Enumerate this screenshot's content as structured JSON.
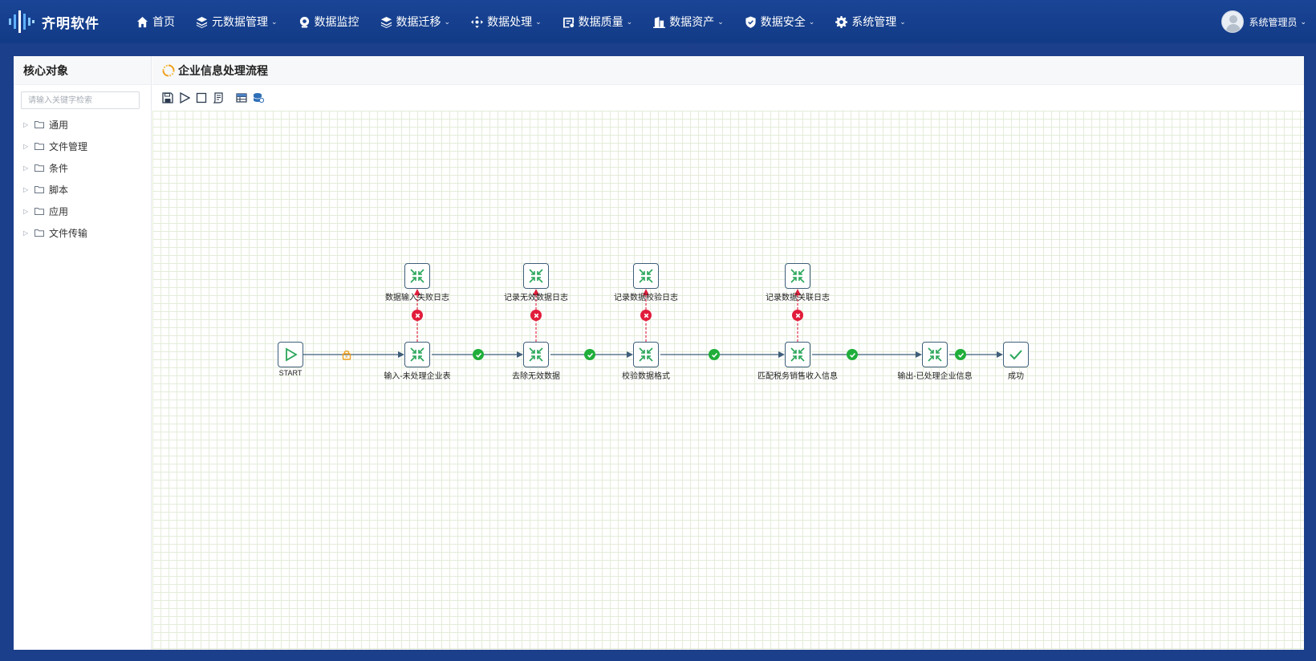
{
  "app": {
    "brand_name": "齐明软件"
  },
  "nav": {
    "items": [
      {
        "label": "首页",
        "icon": "home-icon",
        "has_dropdown": false
      },
      {
        "label": "元数据管理",
        "icon": "layers-icon",
        "has_dropdown": true
      },
      {
        "label": "数据监控",
        "icon": "camera-icon",
        "has_dropdown": false
      },
      {
        "label": "数据迁移",
        "icon": "layers-icon",
        "has_dropdown": true
      },
      {
        "label": "数据处理",
        "icon": "move-icon",
        "has_dropdown": true
      },
      {
        "label": "数据质量",
        "icon": "quality-icon",
        "has_dropdown": true
      },
      {
        "label": "数据资产",
        "icon": "building-icon",
        "has_dropdown": true
      },
      {
        "label": "数据安全",
        "icon": "shield-icon",
        "has_dropdown": true
      },
      {
        "label": "系统管理",
        "icon": "gear-icon",
        "has_dropdown": true
      }
    ]
  },
  "user": {
    "name": "系统管理员"
  },
  "sidebar": {
    "title": "核心对象",
    "search_placeholder": "请输入关键字检索",
    "items": [
      {
        "label": "通用"
      },
      {
        "label": "文件管理"
      },
      {
        "label": "条件"
      },
      {
        "label": "脚本"
      },
      {
        "label": "应用"
      },
      {
        "label": "文件传输"
      }
    ]
  },
  "content": {
    "title": "企业信息处理流程",
    "toolbar": [
      "save-icon",
      "run-icon",
      "stop-icon",
      "script-icon",
      "table-icon",
      "database-icon"
    ]
  },
  "flow": {
    "nodes": {
      "start": {
        "label": "START",
        "type": "start"
      },
      "input": {
        "label": "输入-未处理企业表",
        "type": "transform"
      },
      "remove": {
        "label": "去除无效数据",
        "type": "transform"
      },
      "validate": {
        "label": "校验数据格式",
        "type": "transform"
      },
      "match": {
        "label": "匹配税务销售收入信息",
        "type": "transform"
      },
      "output": {
        "label": "输出-已处理企业信息",
        "type": "transform"
      },
      "success": {
        "label": "成功",
        "type": "success"
      },
      "log1": {
        "label": "数据输入失败日志",
        "type": "transform"
      },
      "log2": {
        "label": "记录无效数据日志",
        "type": "transform"
      },
      "log3": {
        "label": "记录数据校验日志",
        "type": "transform"
      },
      "log4": {
        "label": "记录数据关联日志",
        "type": "transform"
      }
    },
    "colors": {
      "edge": "#3e5e7a",
      "ok_hop": "#1fae3a",
      "error_hop": "#e11d3b",
      "lock": "#f0a020",
      "node_icon": "#2aa65a"
    }
  }
}
